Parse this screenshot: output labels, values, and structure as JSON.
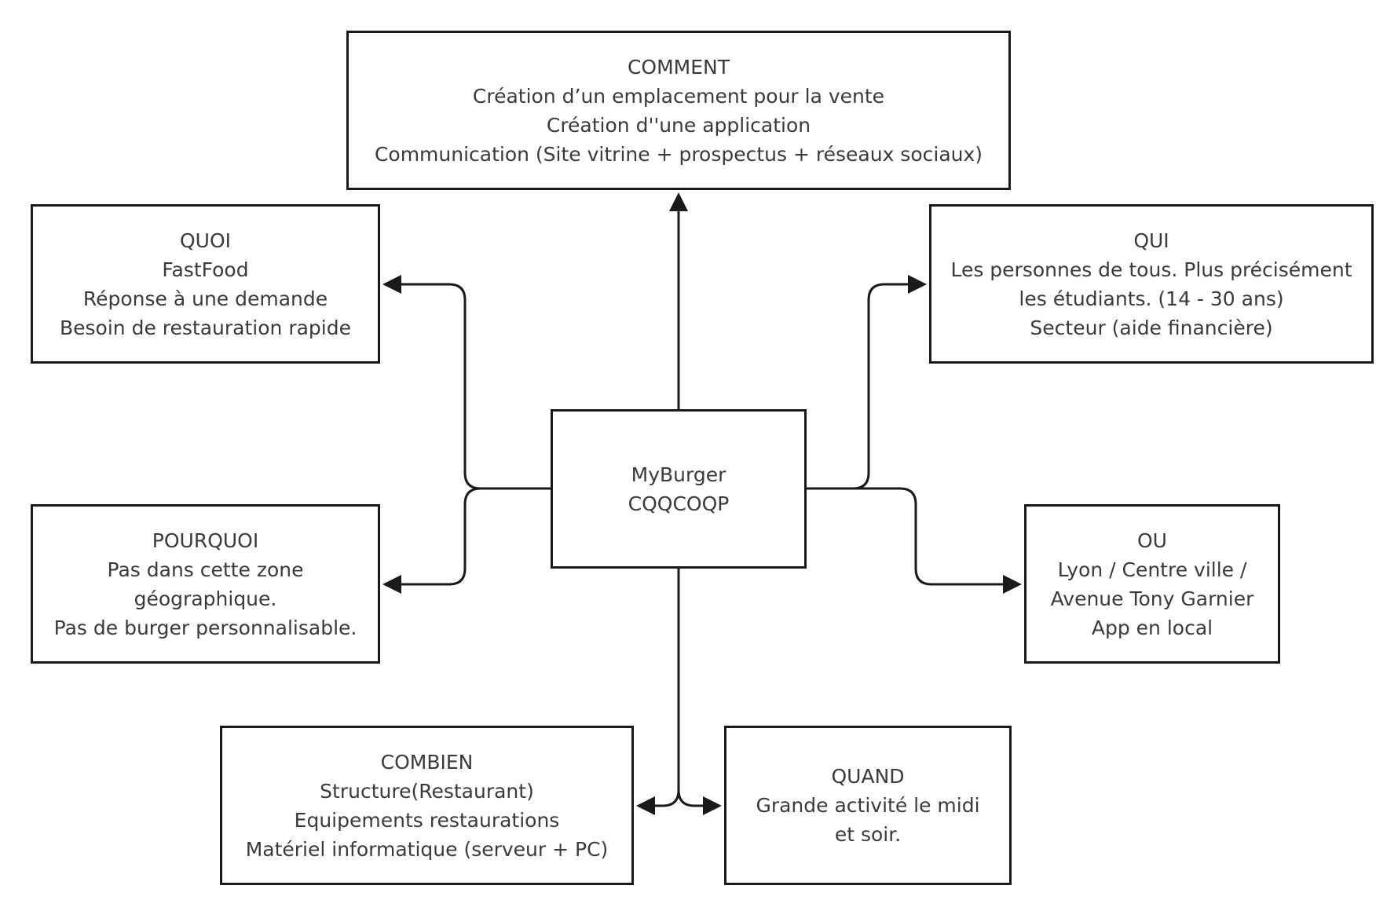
{
  "diagram": {
    "center": {
      "lines": [
        "MyBurger",
        "CQQCOQP"
      ]
    },
    "comment": {
      "lines": [
        "COMMENT",
        "Création d’un emplacement pour la vente",
        "Création d''une application",
        "Communication (Site vitrine + prospectus + réseaux sociaux)"
      ]
    },
    "quoi": {
      "lines": [
        "QUOI",
        "FastFood",
        "Réponse à une demande",
        "Besoin de restauration rapide"
      ]
    },
    "qui": {
      "lines": [
        "QUI",
        "Les personnes de tous. Plus précisément",
        "les étudiants. (14 - 30 ans)",
        "Secteur (aide financière)"
      ]
    },
    "pourquoi": {
      "lines": [
        "POURQUOI",
        "Pas dans cette zone",
        "géographique.",
        "Pas de burger personnalisable."
      ]
    },
    "ou": {
      "lines": [
        "OU",
        "Lyon / Centre ville /",
        "Avenue Tony Garnier",
        "App en local"
      ]
    },
    "combien": {
      "lines": [
        "COMBIEN",
        "Structure(Restaurant)",
        "Equipements restaurations",
        "Matériel informatique (serveur + PC)"
      ]
    },
    "quand": {
      "lines": [
        "QUAND",
        "Grande activité le midi",
        "et soir."
      ]
    }
  },
  "colors": {
    "stroke": "#1a1a1a",
    "text": "#3a3a3a",
    "background": "#ffffff"
  }
}
